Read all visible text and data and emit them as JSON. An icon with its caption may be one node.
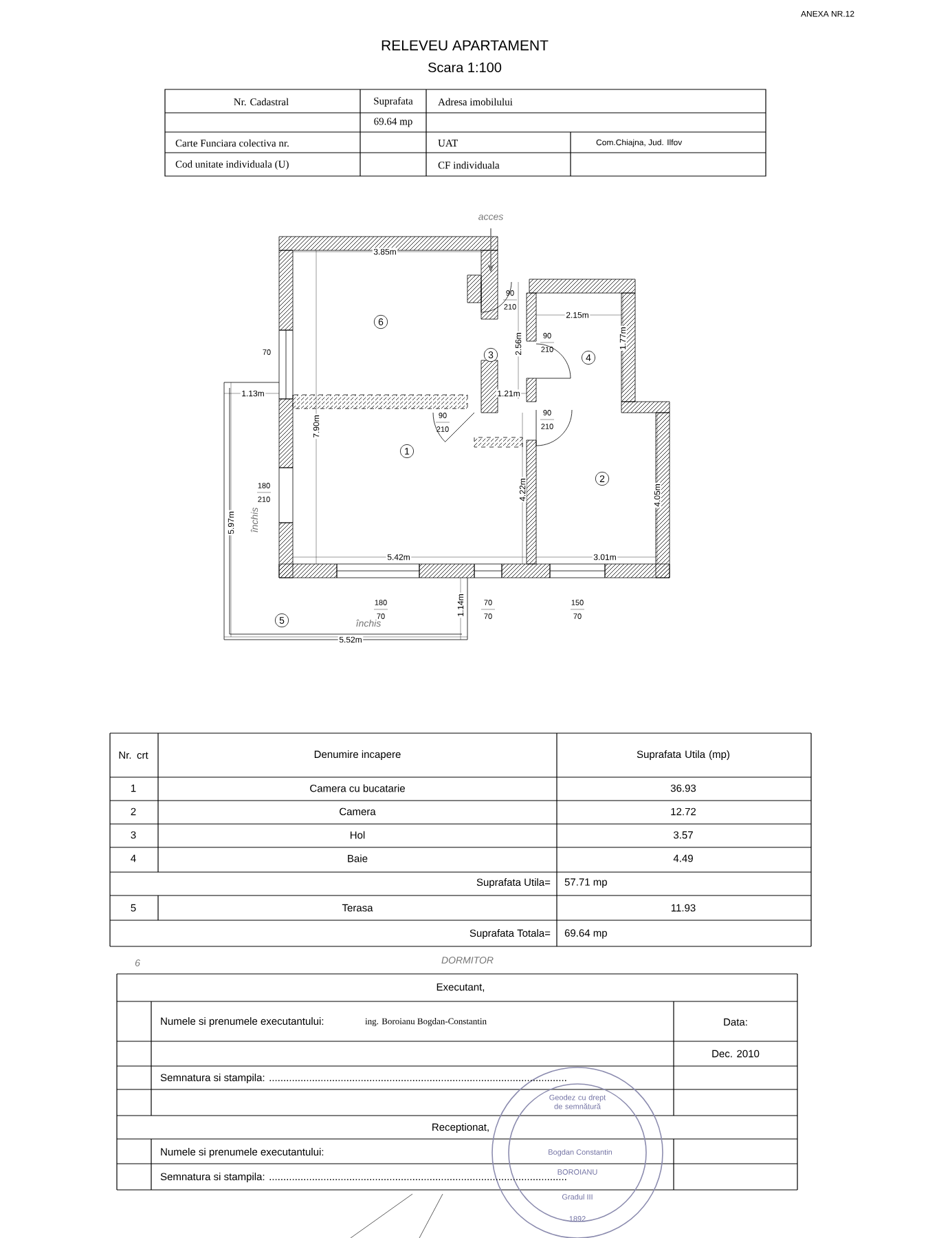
{
  "diagram": {
    "title": "RELEVEU APARTAMENT",
    "labels": [
      "ANEXA NR.12",
      "Scara 1:100",
      "Nr. Cadastral",
      "Suprafata",
      "Adresa imobilului",
      "69.64 mp",
      "Carte Funciara colectiva nr.",
      "UAT",
      "Com.Chiajna, Jud. Ilfov",
      "Cod unitate individuala  (U)",
      "CF  individuala",
      "acces",
      "3.85m",
      "6",
      "90",
      "210",
      "70",
      "3",
      "2.56m",
      "90",
      "210",
      "2.15m",
      "1.77m",
      "4",
      "1.13m",
      "7.90m",
      "1.21m",
      "90",
      "210",
      "90",
      "210",
      "1",
      "2",
      "180",
      "210",
      "5.97m",
      "închis",
      "4.22m",
      "4.05m",
      "5.42m",
      "3.01m",
      "180",
      "70",
      "70",
      "70",
      "150",
      "70",
      "5",
      "închis",
      "1.14m",
      "5.52m",
      "Nr. crt",
      "Denumire incapere",
      "Suprafata Utila (mp)",
      "1",
      "Camera cu bucatarie",
      "36.93",
      "2",
      "Camera",
      "12.72",
      "3",
      "Hol",
      "3.57",
      "4",
      "Baie",
      "4.49",
      "Suprafata Utila=",
      "57.71 mp",
      "5",
      "Terasa",
      "11.93",
      "Suprafata Totala=",
      "69.64 mp",
      "6",
      "DORMITOR",
      "Executant,",
      "Numele si prenumele executantului:",
      "ing. Boroianu Bogdan-Constantin",
      "Data:",
      "Dec. 2010",
      "Semnatura si stampila: ........................................................................................................",
      "Receptionat,",
      "Numele si prenumele executantului:",
      "Semnatura si stampila: ........................................................................................................",
      "Geodez cu drept de semnătură",
      "Bogdan Constantin",
      "BOROIANU",
      "Gradul III",
      "1892"
    ]
  }
}
